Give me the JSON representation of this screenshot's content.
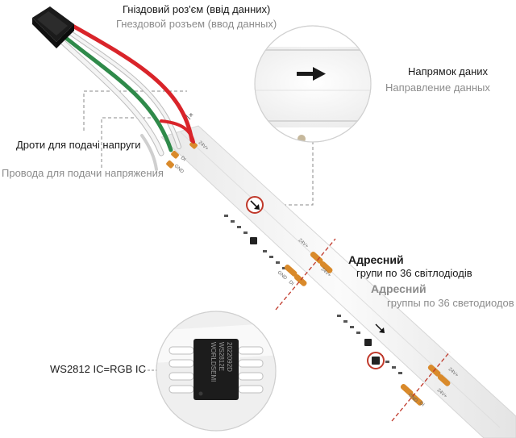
{
  "connector": {
    "title_ua": "Гніздовий роз'єм  (ввід данних)",
    "title_ru": "Гнездовой розъем (ввод данных)"
  },
  "wires": {
    "title_ua": "Дроти для подачі напруги",
    "title_ru": "Провода для подачи напряжения"
  },
  "direction": {
    "title_ua": "Напрямок даних",
    "title_ru": "Направление данных"
  },
  "addressable": {
    "title_ua": "Адресний",
    "subtitle_ua": "групи по 36 світлодіодів",
    "title_ru": "Адресний",
    "subtitle_ru": "группы по 36 светодиодов"
  },
  "ic": {
    "label": "WS2812 IC=RGB IC",
    "chip_brand": "WORLDSEMI",
    "chip_model": "WS2812E",
    "chip_date": "2022092D"
  },
  "strip_marks": {
    "plus": "+",
    "v24": "24V+",
    "di": "DI",
    "gnd": "GND"
  },
  "colors": {
    "wire_red": "#d9242a",
    "wire_green": "#2f8a4a",
    "wire_white": "#f2f2f2",
    "pad": "#d98a2b",
    "cut_line": "#c0392b",
    "strip": "#f7f7f7",
    "leader": "#8a8a8a"
  }
}
